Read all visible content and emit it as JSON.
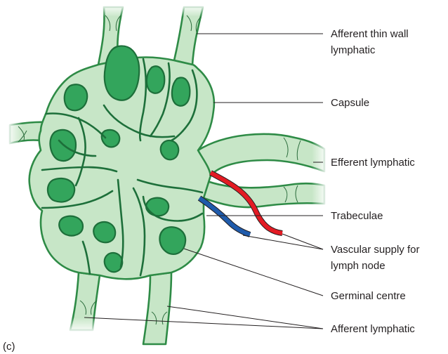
{
  "figure": {
    "panel_letter": "(c)",
    "colors": {
      "node_fill": "#c7e6c7",
      "node_outline": "#2e8b46",
      "follicle_fill": "#33a55c",
      "artery": "#e31b23",
      "vein": "#1f5bab",
      "label_text": "#231f20"
    }
  },
  "labels": {
    "afferent_thin_wall_line1": "Afferent thin wall",
    "afferent_thin_wall_line2": "lymphatic",
    "capsule": "Capsule",
    "efferent_lymphatic": "Efferent lymphatic",
    "trabeculae": "Trabeculae",
    "vascular_supply_line1": "Vascular supply for",
    "vascular_supply_line2": "lymph node",
    "germinal_centre": "Germinal centre",
    "afferent_lymphatic": "Afferent lymphatic"
  }
}
